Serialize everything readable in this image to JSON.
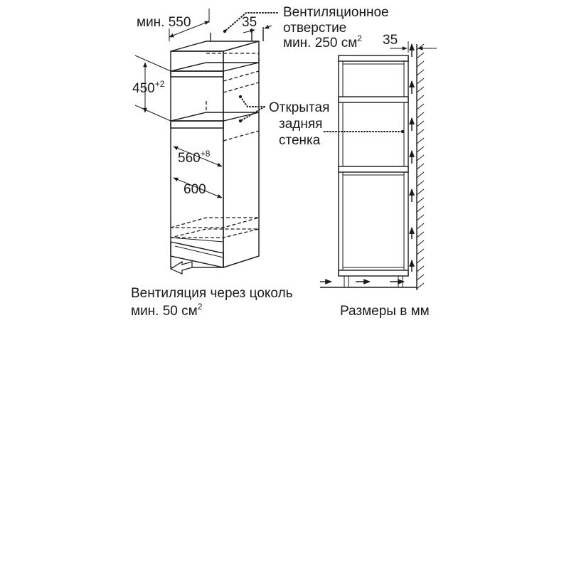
{
  "labels": {
    "min_550": "мин. 550",
    "dim_35_top": "35",
    "vent_opening_line1": "Вентиляционное",
    "vent_opening_line2": "отверстие",
    "vent_opening_line3": "мин. 250 см",
    "vent_opening_sup": "2",
    "dim_35_right": "35",
    "dim_450": "450",
    "dim_450_sup": "+2",
    "open_back_line1": "Открытая",
    "open_back_line2": "задняя",
    "open_back_line3": "стенка",
    "dim_560": "560",
    "dim_560_sup": "+8",
    "dim_600": "600",
    "plinth_vent_line1": "Вентиляция через цоколь",
    "plinth_vent_line2": "мин. 50 см",
    "plinth_vent_sup": "2",
    "dimensions_in_mm": "Размеры в мм"
  }
}
